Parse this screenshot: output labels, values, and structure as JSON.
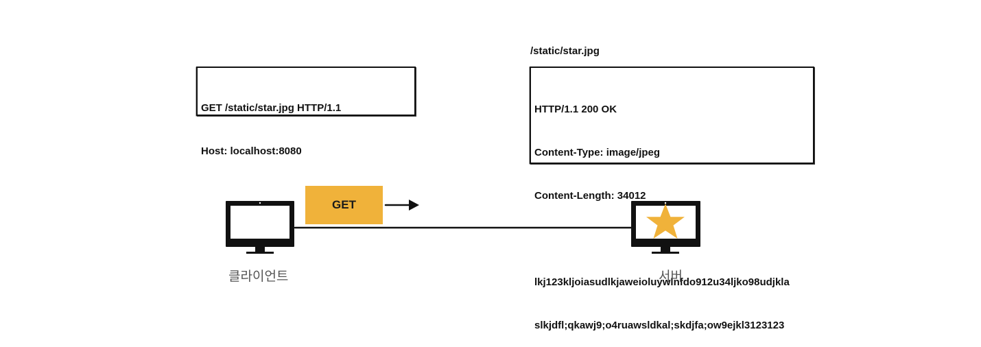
{
  "request": {
    "lines": [
      "GET /static/star.jpg HTTP/1.1",
      "Host: localhost:8080"
    ]
  },
  "response": {
    "resource_path": "/static/star.jpg",
    "headers": [
      "HTTP/1.1 200 OK",
      "Content-Type: image/jpeg",
      "Content-Length: 34012"
    ],
    "body": [
      "lkj123kljoiasudlkjaweioluywlnfdo912u34ljko98udjkla",
      "slkjdfl;qkawj9;o4ruawsldkal;skdjfa;ow9ejkl3123123"
    ]
  },
  "method_tag": {
    "label": "GET",
    "color": "#f0b23a"
  },
  "client": {
    "label": "클라이언트",
    "icon": "monitor-icon"
  },
  "server": {
    "label": "서버",
    "icon": "monitor-icon",
    "screen_icon": "star-icon",
    "star_color": "#f0b23a"
  },
  "connection": {
    "direction_icon": "arrow-right-icon"
  }
}
